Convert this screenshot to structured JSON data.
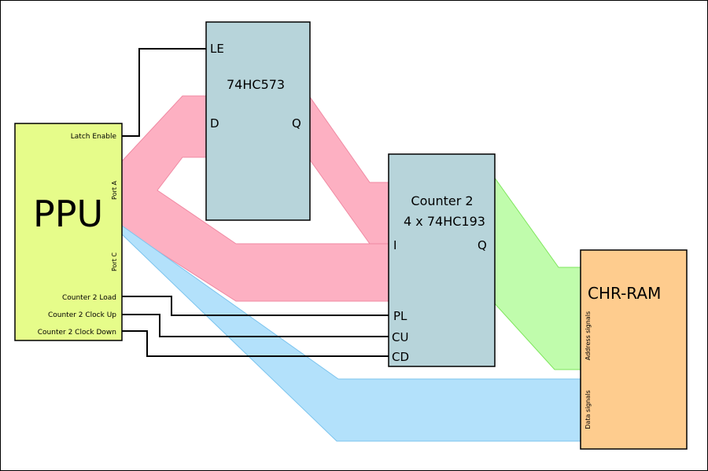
{
  "ppu": {
    "title": "PPU",
    "latch_enable": "Latch Enable",
    "port_a": "Port A",
    "port_c": "Port C",
    "counter2_load": "Counter 2 Load",
    "counter2_clock_up": "Counter 2 Clock Up",
    "counter2_clock_down": "Counter 2 Clock Down",
    "color": "#e6fc8a"
  },
  "latch": {
    "title": "74HC573",
    "le": "LE",
    "d": "D",
    "q": "Q",
    "color": "#b7d4da"
  },
  "counter": {
    "title_line1": "Counter 2",
    "title_line2": "4 x 74HC193",
    "i": "I",
    "q": "Q",
    "pl": "PL",
    "cu": "CU",
    "cd": "CD",
    "color": "#b7d4da"
  },
  "chr_ram": {
    "title": "CHR-RAM",
    "address_signals": "Address signals",
    "data_signals": "Data signals",
    "color": "#fecc8e"
  },
  "buses": {
    "port_a_bus_color": "#fdb0c2",
    "port_c_bus_color": "#b3e1fb",
    "address_bus_color": "#c0fcac"
  }
}
